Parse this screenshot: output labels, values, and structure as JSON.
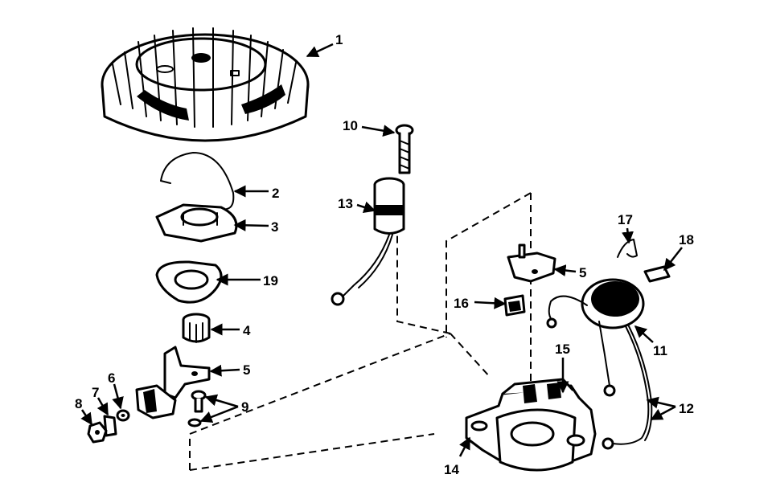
{
  "callouts": {
    "c1": "1",
    "c2": "2",
    "c3": "3",
    "c4": "4",
    "c5a": "5",
    "c5b": "5",
    "c6": "6",
    "c7": "7",
    "c8": "8",
    "c9": "9",
    "c10": "10",
    "c11": "11",
    "c12": "12",
    "c13": "13",
    "c14": "14",
    "c15": "15",
    "c16": "16",
    "c17": "17",
    "c18": "18",
    "c19": "19"
  }
}
